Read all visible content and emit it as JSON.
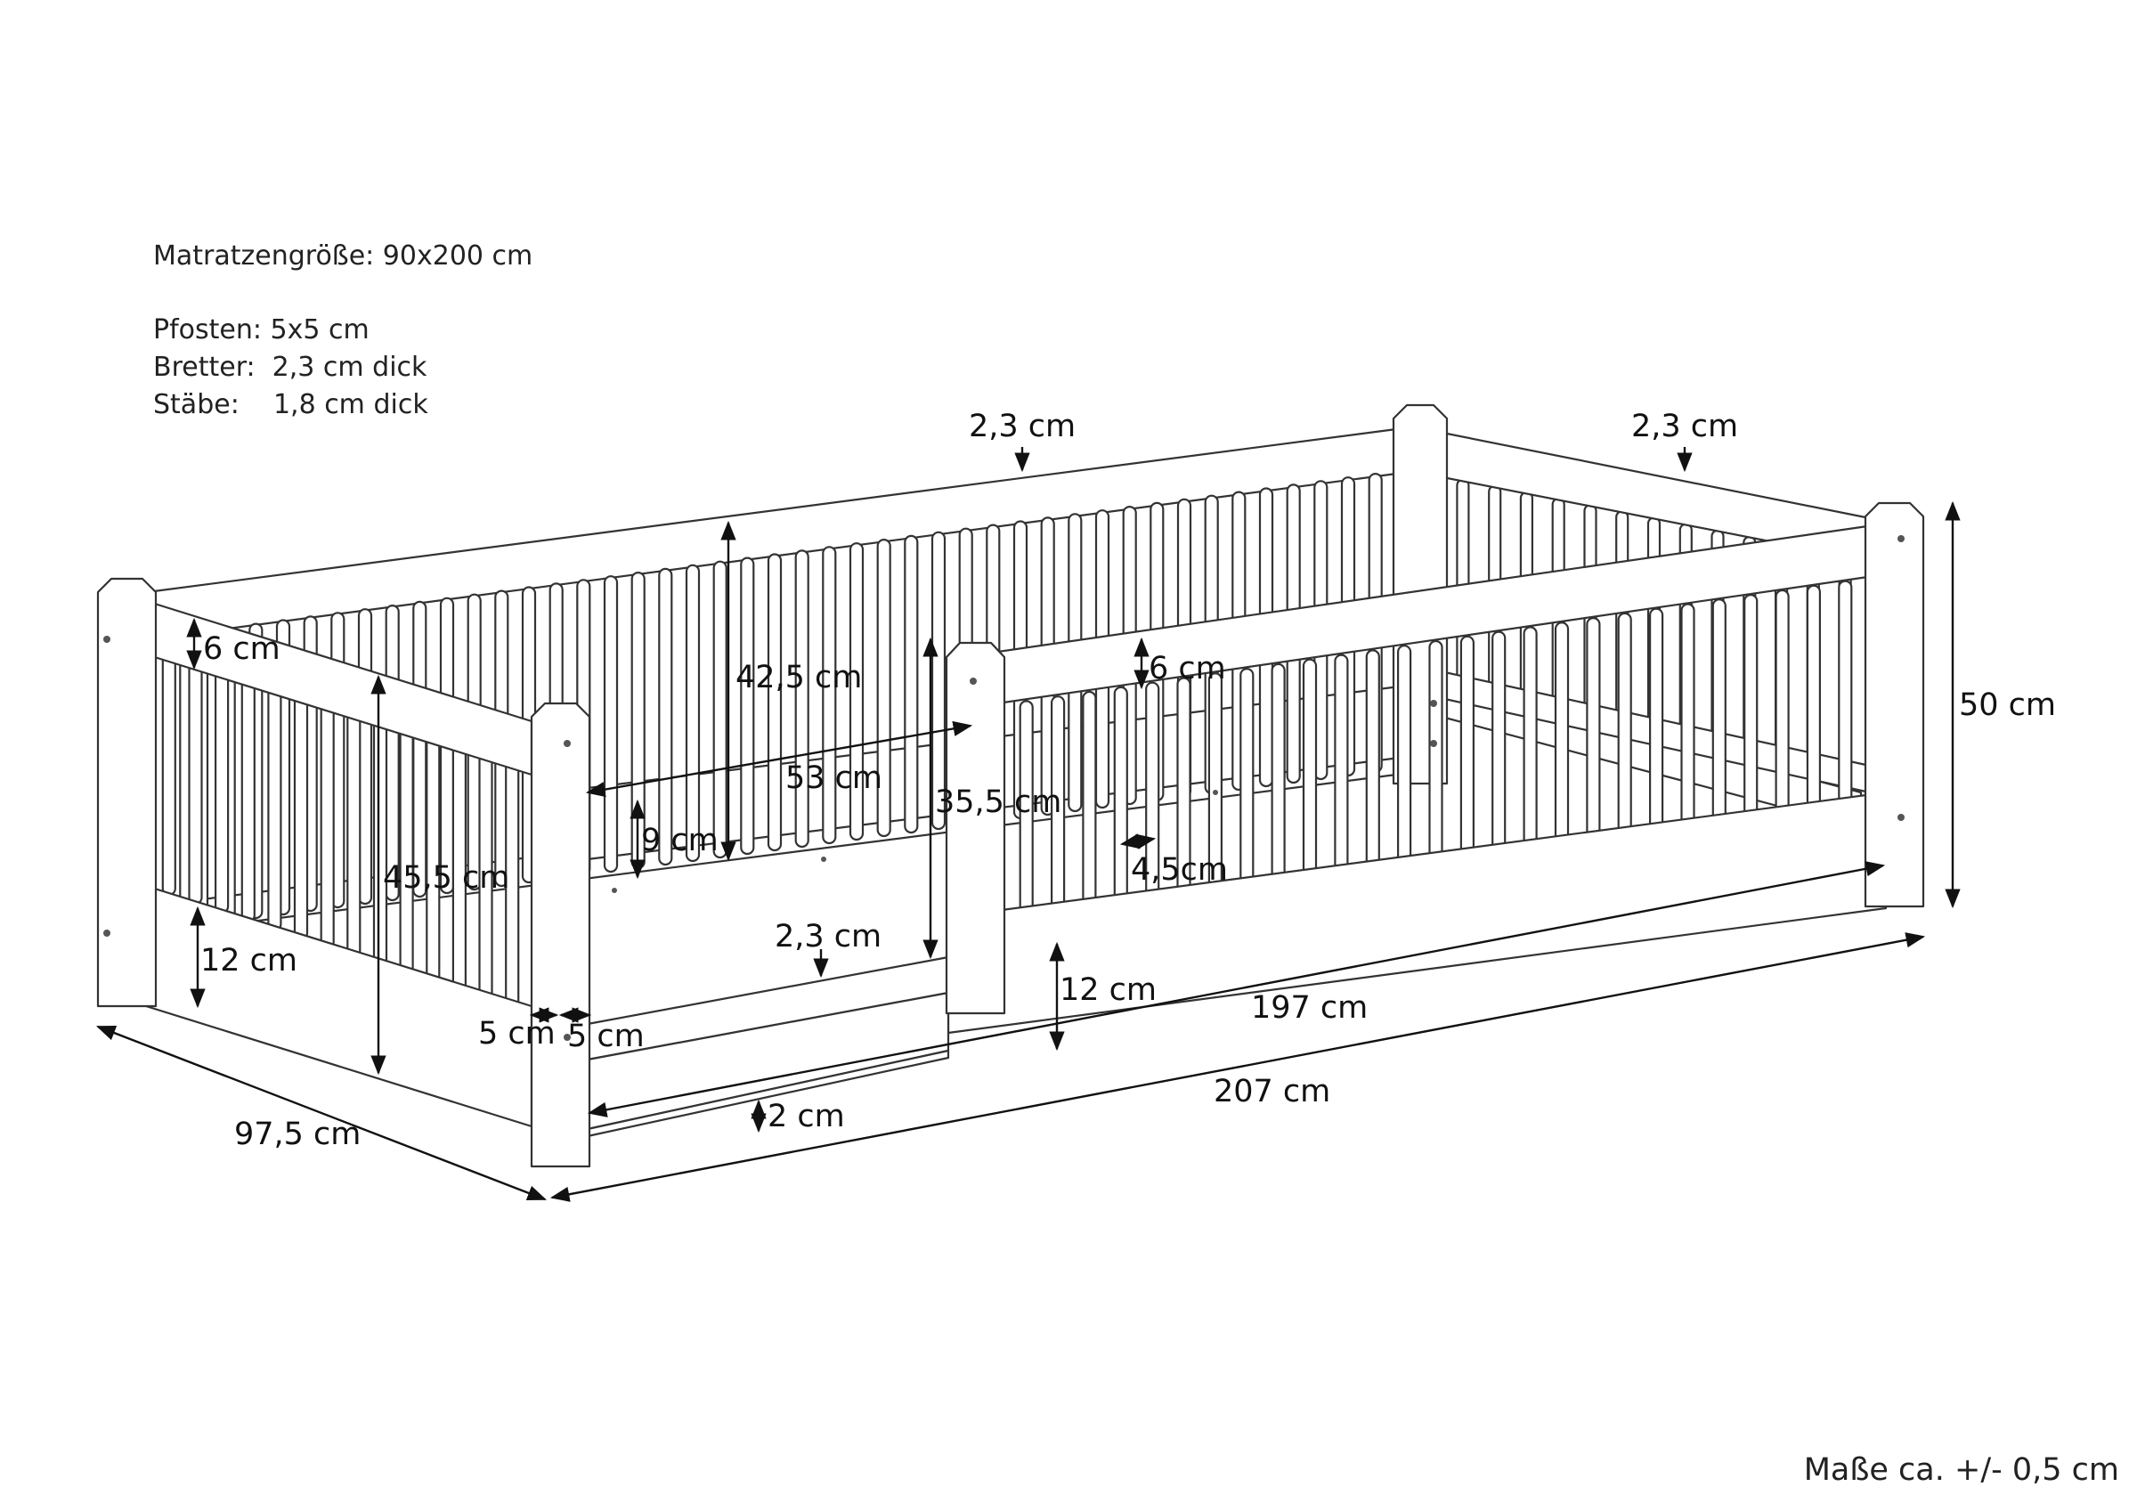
{
  "specs": {
    "mattress": "Matratzengröße: 90x200 cm",
    "post": "Pfosten: 5x5 cm",
    "boards": "Bretter:  2,3 cm dick",
    "slats": "Stäbe:    1,8 cm dick"
  },
  "dimensions": {
    "top_rail_back": "2,3 cm",
    "top_rail_right": "2,3 cm",
    "total_height": "50 cm",
    "rail_left": "6 cm",
    "rail_front": "6 cm",
    "slat_height_back": "42,5 cm",
    "opening_width": "53 cm",
    "opening_height": "35,5 cm",
    "inner_board": "9 cm",
    "slat_gap": "4,5cm",
    "side_height": "45,5 cm",
    "bottom_board_left": "12 cm",
    "bottom_board_front": "12 cm",
    "front_board_thickness": "2,3 cm",
    "post_left": "5 cm",
    "post_right": "5 cm",
    "inner_length": "197 cm",
    "total_length": "207 cm",
    "floor_clearance": "2 cm",
    "total_width": "97,5 cm"
  },
  "note": "Maße ca. +/- 0,5 cm"
}
